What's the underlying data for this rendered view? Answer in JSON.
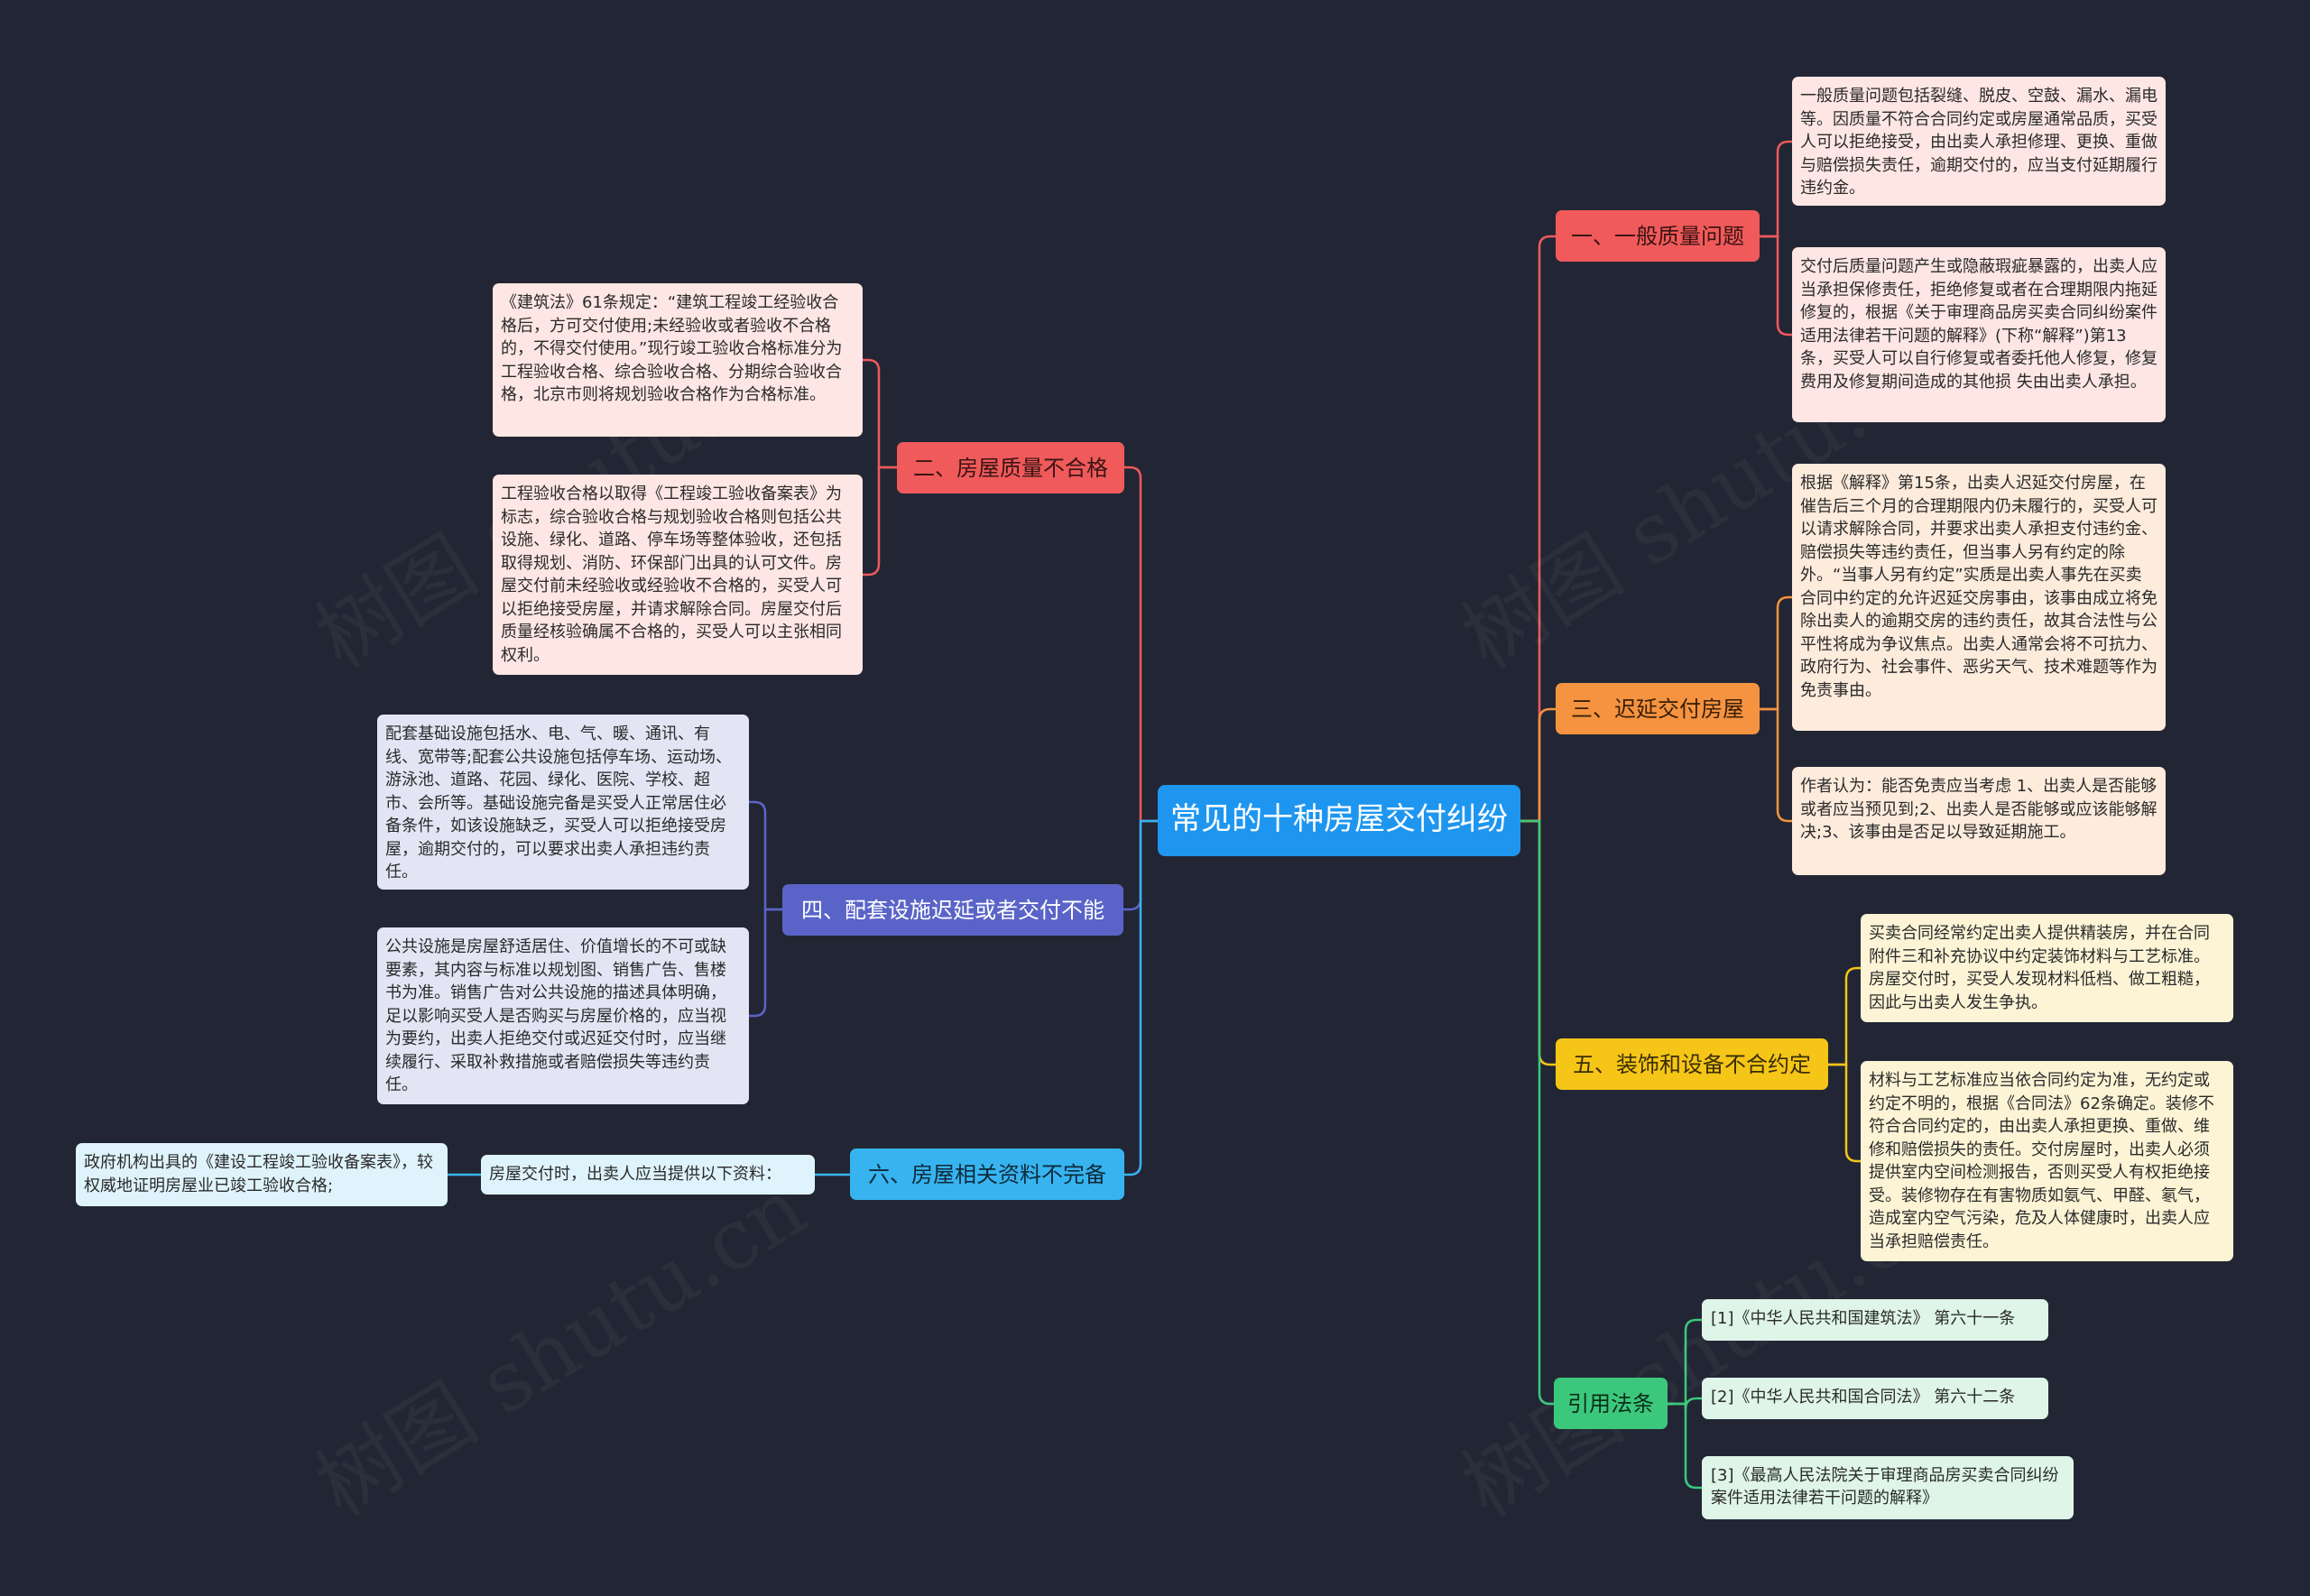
{
  "root": {
    "label": "常见的十种房屋交付纠纷"
  },
  "branches": {
    "b1": {
      "label": "一、一般质量问题",
      "notes": [
        "一般质量问题包括裂缝、脱皮、空鼓、漏水、漏电等。因质量不符合合同约定或房屋通常品质，买受人可以拒绝接受，由出卖人承担修理、更换、重做与赔偿损失责任，逾期交付的，应当支付延期履行违约金。",
        "交付后质量问题产生或隐蔽瑕疵暴露的，出卖人应当承担保修责任，拒绝修复或者在合理期限内拖延修复的，根据《关于审理商品房买卖合同纠纷案件适用法律若干问题的解释》(下称“解释”)第13条，买受人可以自行修复或者委托他人修复，修复费用及修复期间造成的其他损 失由出卖人承担。"
      ]
    },
    "b2": {
      "label": "二、房屋质量不合格",
      "notes": [
        "《建筑法》61条规定：“建筑工程竣工经验收合格后，方可交付使用;未经验收或者验收不合格的，不得交付使用。”现行竣工验收合格标准分为工程验收合格、综合验收合格、分期综合验收合格，北京市则将规划验收合格作为合格标准。",
        "工程验收合格以取得《工程竣工验收备案表》为标志，综合验收合格与规划验收合格则包括公共设施、绿化、道路、停车场等整体验收，还包括取得规划、消防、环保部门出具的认可文件。房屋交付前未经验收或经验收不合格的，买受人可以拒绝接受房屋，并请求解除合同。房屋交付后质量经核验确属不合格的，买受人可以主张相同权利。"
      ]
    },
    "b3": {
      "label": "三、迟延交付房屋",
      "notes": [
        "根据《解释》第15条，出卖人迟延交付房屋，在催告后三个月的合理期限内仍未履行的，买受人可以请求解除合同，并要求出卖人承担支付违约金、赔偿损失等违约责任，但当事人另有约定的除外。“当事人另有约定”实质是出卖人事先在买卖合同中约定的允许迟延交房事由，该事由成立将免除出卖人的逾期交房的违约责任，故其合法性与公平性将成为争议焦点。出卖人通常会将不可抗力、政府行为、社会事件、恶劣天气、技术难题等作为免责事由。",
        "作者认为：能否免责应当考虑 1、出卖人是否能够或者应当预见到;2、出卖人是否能够或应该能够解决;3、该事由是否足以导致延期施工。"
      ]
    },
    "b4": {
      "label": "四、配套设施迟延或者交付不能",
      "notes": [
        "配套基础设施包括水、电、气、暖、通讯、有线、宽带等;配套公共设施包括停车场、运动场、游泳池、道路、花园、绿化、医院、学校、超市、会所等。基础设施完备是买受人正常居住必备条件，如该设施缺乏，买受人可以拒绝接受房屋，逾期交付的，可以要求出卖人承担违约责任。",
        "公共设施是房屋舒适居住、价值增长的不可或缺要素，其内容与标准以规划图、销售广告、售楼书为准。销售广告对公共设施的描述具体明确，足以影响买受人是否购买与房屋价格的，应当视为要约，出卖人拒绝交付或迟延交付时，应当继续履行、采取补救措施或者赔偿损失等违约责任。"
      ]
    },
    "b5": {
      "label": "五、装饰和设备不合约定",
      "notes": [
        "买卖合同经常约定出卖人提供精装房，并在合同附件三和补充协议中约定装饰材料与工艺标准。房屋交付时，买受人发现材料低档、做工粗糙，因此与出卖人发生争执。",
        "材料与工艺标准应当依合同约定为准，无约定或约定不明的，根据《合同法》62条确定。装修不符合合同约定的，由出卖人承担更换、重做、维修和赔偿损失的责任。交付房屋时，出卖人必须提供室内空间检测报告，否则买受人有权拒绝接受。装修物存在有害物质如氨气、甲醛、氡气，造成室内空气污染，危及人体健康时，出卖人应当承担赔偿责任。"
      ]
    },
    "b6": {
      "label": "六、房屋相关资料不完备",
      "mid": "房屋交付时，出卖人应当提供以下资料：",
      "leaf": "政府机构出具的《建设工程竣工验收备案表》，较权威地证明房屋业已竣工验收合格;"
    },
    "b7": {
      "label": "引用法条",
      "refs": [
        "[1]《中华人民共和国建筑法》 第六十一条",
        "[2]《中华人民共和国合同法》 第六十二条",
        "[3]《最高人民法院关于审理商品房买卖合同纠纷案件适用法律若干问题的解释》"
      ]
    }
  },
  "watermark": "树图 shutu.cn",
  "colors": {
    "background": "#222634",
    "root": "#1e96f0",
    "red": "#f05a5a",
    "orange": "#f59340",
    "yellow": "#f5c518",
    "green": "#3cc87c",
    "indigo": "#5a64c8",
    "sky": "#37b4f0"
  }
}
